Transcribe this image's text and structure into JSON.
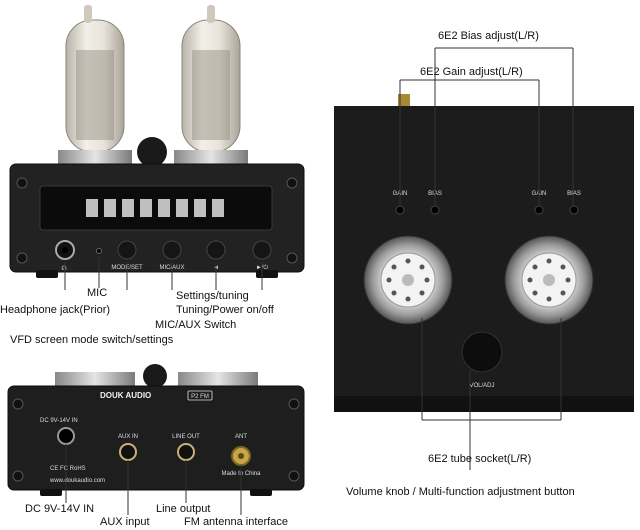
{
  "front_panel": {
    "button_labels": {
      "mode_set": "MODE/SET",
      "mic_aux": "MIC/AUX",
      "left_arrow": "◄",
      "play_power": "►/⏻"
    }
  },
  "top_panel": {
    "left_labels": {
      "gain": "GAIN",
      "bias": "BIAS"
    },
    "right_labels": {
      "gain": "GAIN",
      "bias": "BIAS"
    },
    "knob_label": "VOL/ADJ"
  },
  "rear_panel": {
    "brand": "DOUK AUDIO",
    "model": "P2 FM",
    "dc_label": "DC 9V-14V IN",
    "aux_in_label": "AUX IN",
    "line_out_label": "LINE OUT",
    "ant_label": "ANT",
    "cert_marks": "CE FC RoHS",
    "website": "www.doukaudio.com",
    "made_in": "Made In China"
  },
  "callouts": {
    "mic": "MIC",
    "headphone_jack": "Headphone jack(Prior)",
    "vfd_mode_switch": "VFD screen mode switch/settings",
    "settings_tuning": "Settings/tuning",
    "tuning_power": "Tuning/Power on/off",
    "mic_aux_switch": "MIC/AUX Switch",
    "bias_adjust": "6E2  Bias adjust(L/R)",
    "gain_adjust": "6E2  Gain adjust(L/R)",
    "tube_socket": "6E2 tube socket(L/R)",
    "volume_knob": "Volume knob / Multi-function adjustment button",
    "dc_in": "DC 9V-14V IN",
    "aux_input": "AUX input",
    "line_output": "Line output",
    "fm_antenna": "FM antenna interface"
  }
}
